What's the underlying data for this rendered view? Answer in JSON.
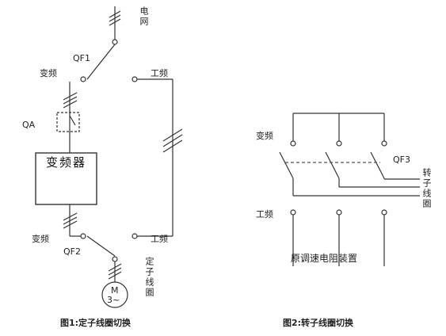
{
  "fig1": {
    "grid_label": "电网",
    "qf1": "QF1",
    "qf2": "QF2",
    "qa": "QA",
    "vfd_top_label": "变频",
    "vfd_bottom_label": "变频",
    "bypass_top_label": "工频",
    "bypass_bottom_label": "工频",
    "inverter_box_text": "变频器",
    "stator_label": "定子线圈",
    "motor_line1": "M",
    "motor_line2": "3~",
    "caption": "图1:定子线圈切换"
  },
  "fig2": {
    "vfd_label": "变频",
    "qf3": "QF3",
    "rotor_label": "转子线圈",
    "power_label": "工频",
    "resistor_label": "原调速电阻装置",
    "caption": "图2:转子线圈切换"
  },
  "colors": {
    "line": "#333333",
    "dash": "#555555"
  }
}
